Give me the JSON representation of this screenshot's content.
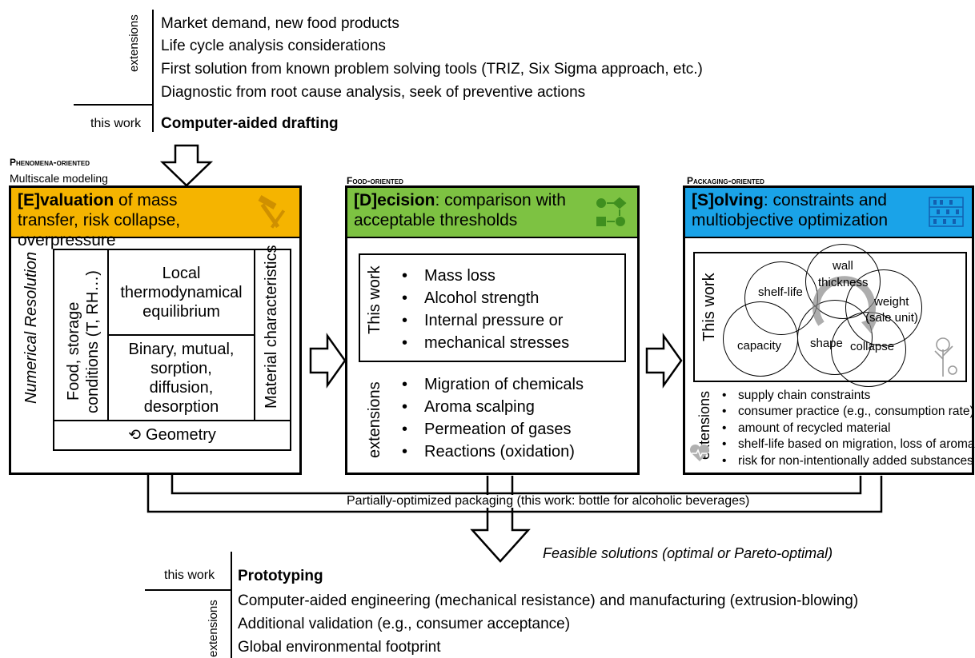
{
  "top": {
    "extensions_label": "extensions",
    "items": [
      "Market demand, new food products",
      "Life cycle analysis considerations",
      "First solution from known problem solving tools (TRIZ, Six Sigma approach, etc.)",
      "Diagnostic from root cause analysis, seek of preventive actions"
    ],
    "this_work_label": "this work",
    "this_work_value": "Computer-aided drafting"
  },
  "evaluation": {
    "category": "Phenomena-oriented",
    "subcategory": "Multiscale modeling",
    "header_bold": "[E]valuation",
    "header_rest": " of mass transfer, risk collapse, overpressure",
    "numerical": "Numerical Resolution",
    "food_storage_1": "Food, storage",
    "food_storage_2": "conditions (T, RH…)",
    "local": "Local thermodynamical equilibrium",
    "binary": "Binary, mutual, sorption, diffusion, desorption",
    "material": "Material characteristics",
    "geometry": "Geometry"
  },
  "decision": {
    "category": "Food-oriented",
    "header_bold": "[D]ecision",
    "header_rest": ": comparison with acceptable thresholds",
    "this_work_label": "This work",
    "this_work_items": [
      "Mass loss",
      "Alcohol strength",
      "Internal pressure or mechanical stresses"
    ],
    "extensions_label": "extensions",
    "extension_items": [
      "Migration of chemicals",
      "Aroma scalping",
      "Permeation of gases",
      "Reactions (oxidation)"
    ]
  },
  "solving": {
    "category": "Packaging-oriented",
    "header_bold": "[S]olving",
    "header_rest": ": constraints and multiobjective optimization",
    "this_work_label": "This work",
    "circles": {
      "shelf_life": "shelf-life",
      "wall": "wall",
      "thickness": "thickness",
      "weight": "weight",
      "sale_unit": "(sale unit)",
      "capacity": "capacity",
      "shape": "shape",
      "collapse": "collapse"
    },
    "extensions_label": "extensions",
    "extension_items": [
      "supply chain constraints",
      "consumer practice (e.g., consumption rate)",
      "amount of recycled material",
      "shelf-life based on migration, loss of aroma",
      "risk for non-intentionally added substances"
    ]
  },
  "loop_label": "Partially-optimized packaging (this work: bottle for alcoholic beverages)",
  "feasible_label": "Feasible solutions (optimal or Pareto-optimal)",
  "bottom": {
    "this_work_label": "this work",
    "this_work_value": "Prototyping",
    "extensions_label": "extensions",
    "items": [
      "Computer-aided engineering (mechanical resistance) and manufacturing (extrusion-blowing)",
      "Additional validation (e.g., consumer acceptance)",
      "Global environmental footprint"
    ]
  },
  "colors": {
    "evaluation_header": "#f5b400",
    "decision_header": "#7dc242",
    "solving_header": "#1aa3e8"
  }
}
